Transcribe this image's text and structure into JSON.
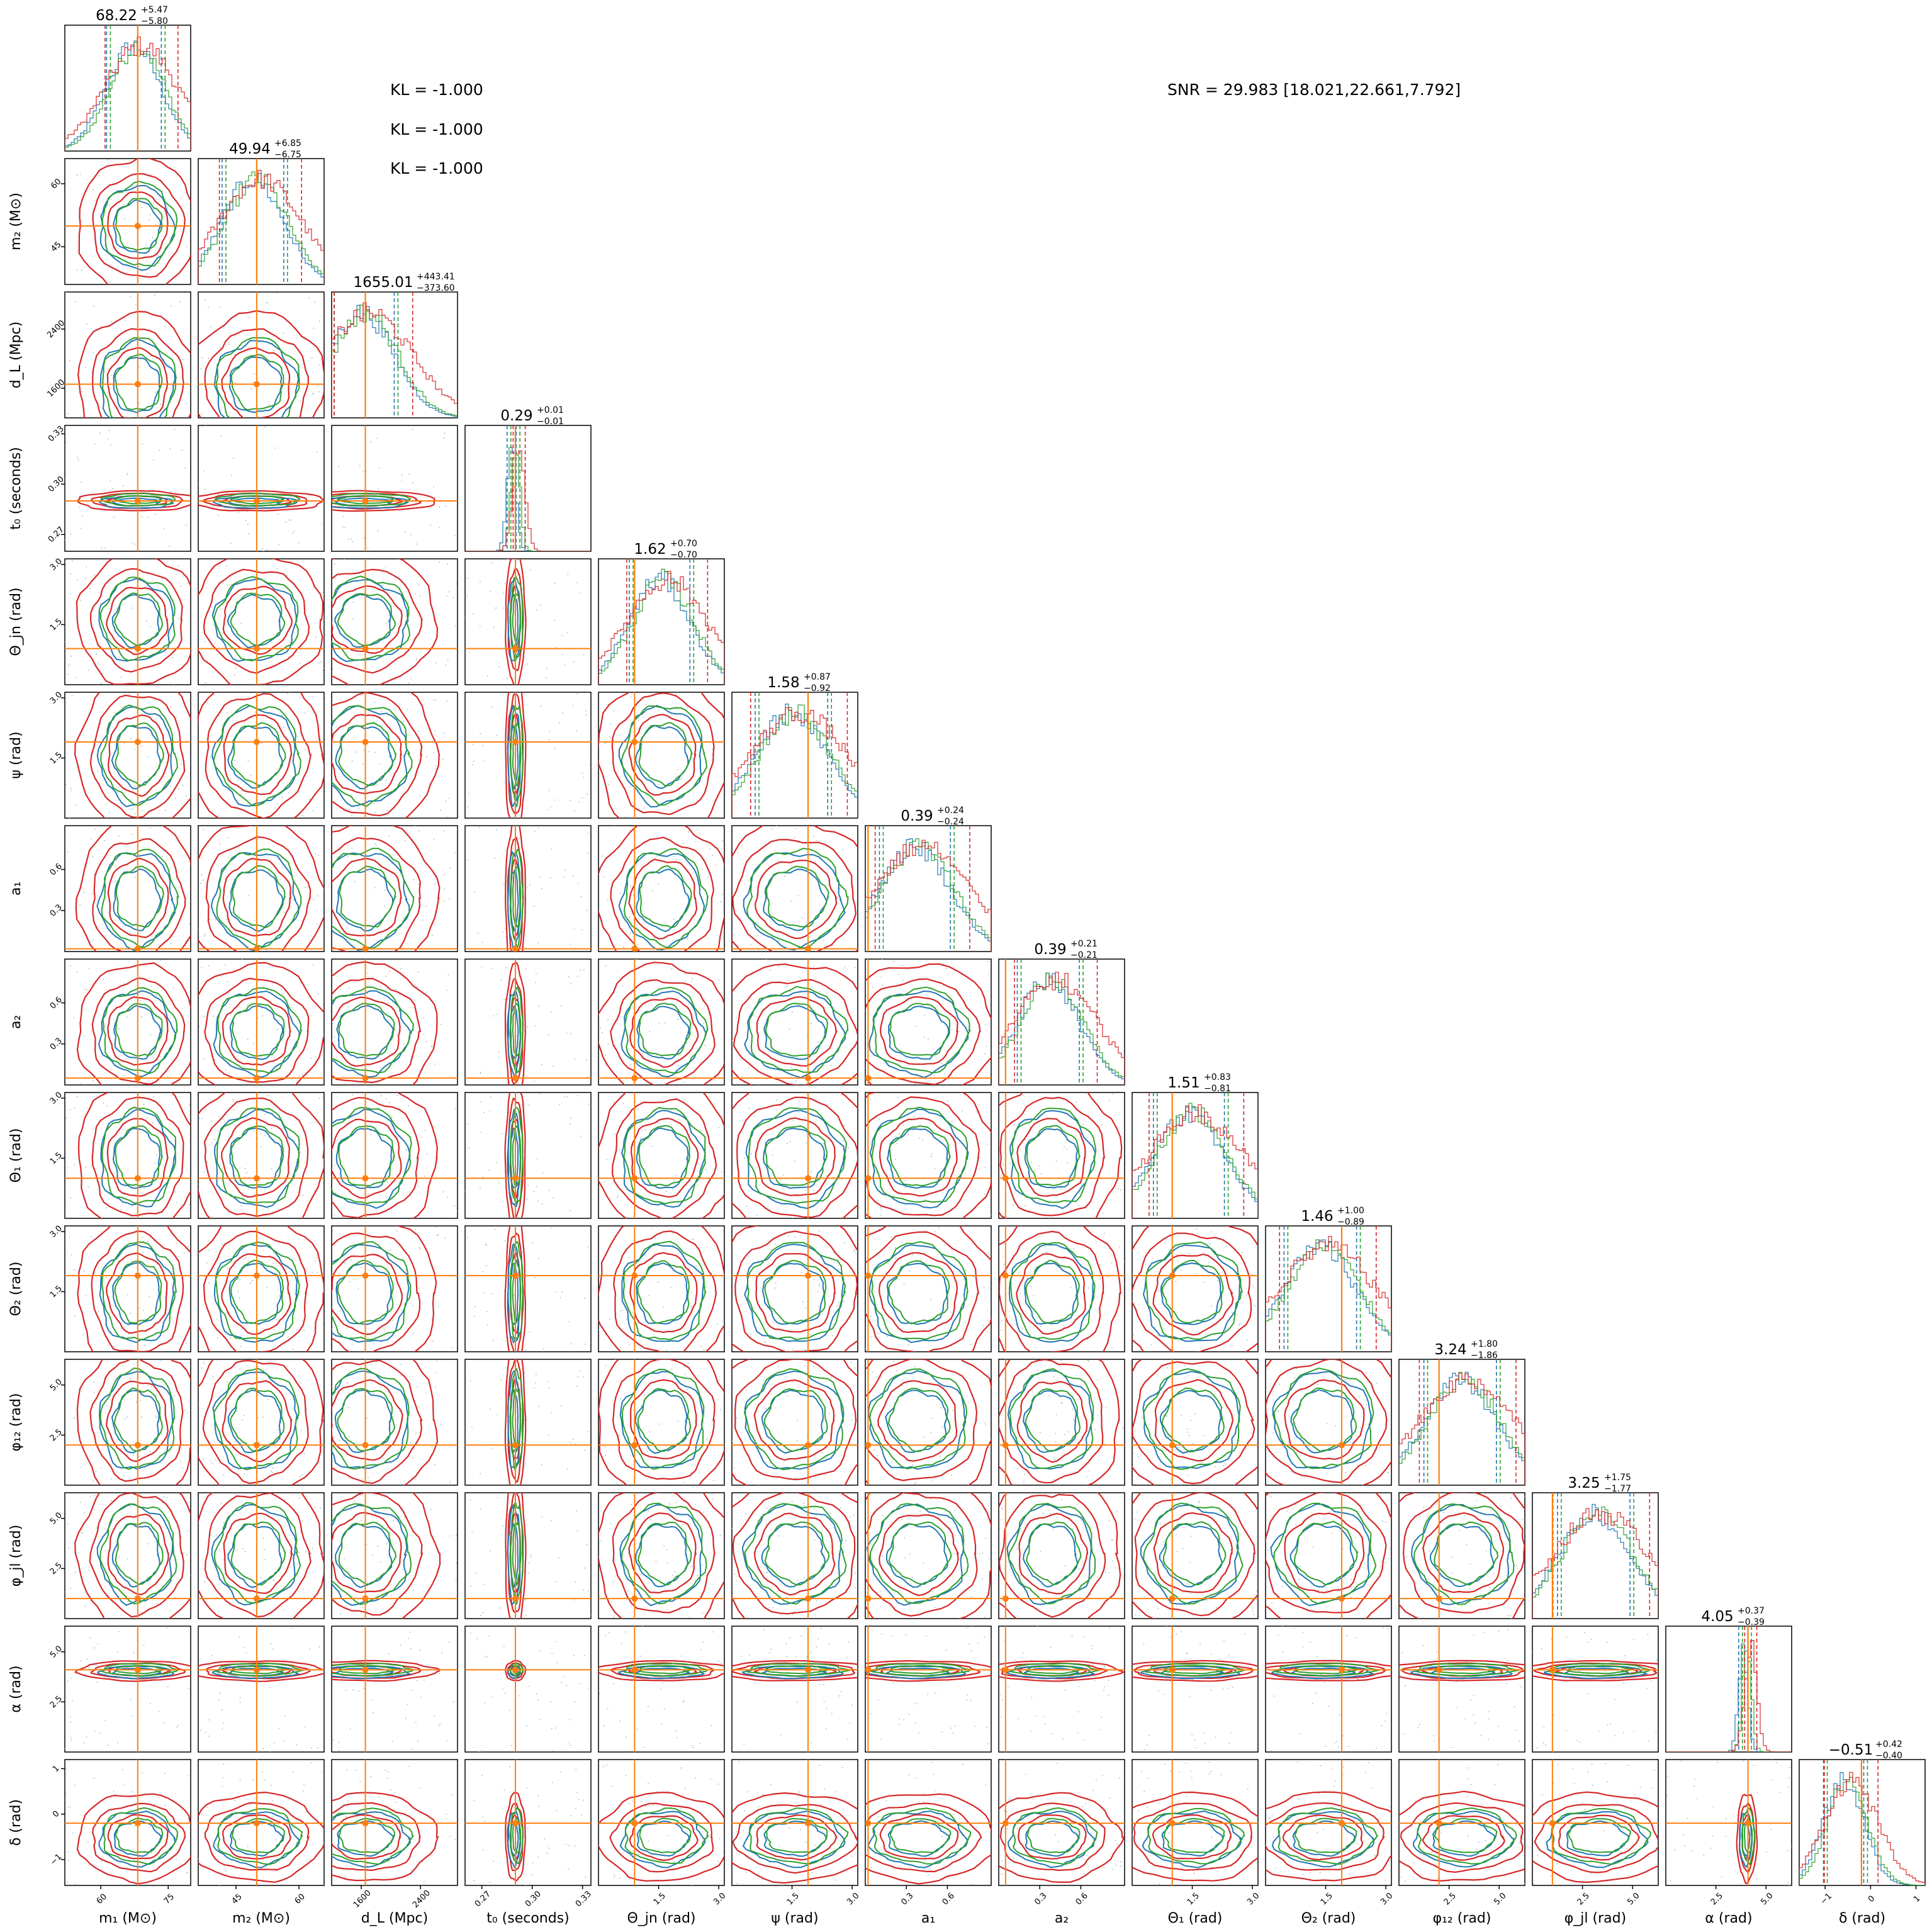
{
  "figure": {
    "kl_lines": [
      "KL = -1.000",
      "KL = -1.000",
      "KL = -1.000"
    ],
    "snr_text": "SNR = 29.983 [18.021,22.661,7.792]"
  },
  "colors": {
    "truth": "#ff7f0e",
    "series": [
      "#1f77b4",
      "#2ca02c",
      "#d62728"
    ]
  },
  "chart_data": {
    "type": "corner",
    "grid": false,
    "parameters": [
      {
        "label": "m₁ (M⊙)",
        "title": "68.22",
        "plus": "+5.47",
        "minus": "−5.80",
        "truth": 68.22,
        "range": [
          52,
          80
        ],
        "ticks": [
          60,
          75
        ],
        "tick_labels": [
          "60",
          "75"
        ]
      },
      {
        "label": "m₂ (M⊙)",
        "title": "49.94",
        "plus": "+6.85",
        "minus": "−6.75",
        "truth": 49.94,
        "range": [
          36,
          66
        ],
        "ticks": [
          45,
          60
        ],
        "tick_labels": [
          "45",
          "60"
        ]
      },
      {
        "label": "d_L (Mpc)",
        "title": "1655.01",
        "plus": "+443.41",
        "minus": "−373.60",
        "truth": 1655.01,
        "range": [
          1200,
          2900
        ],
        "ticks": [
          1600,
          2400
        ],
        "tick_labels": [
          "1600",
          "2400"
        ]
      },
      {
        "label": "t₀ (seconds)",
        "title": "0.29",
        "plus": "+0.01",
        "minus": "−0.01",
        "truth": 0.29,
        "range": [
          0.26,
          0.335
        ],
        "ticks": [
          0.27,
          0.3,
          0.33
        ],
        "tick_labels": [
          "0.27",
          "0.30",
          "0.33"
        ]
      },
      {
        "label": "Θ_jn (rad)",
        "title": "1.62",
        "plus": "+0.70",
        "minus": "−0.70",
        "truth": 0.9,
        "range": [
          0,
          3.14
        ],
        "ticks": [
          1.5,
          3.0
        ],
        "tick_labels": [
          "1.5",
          "3.0"
        ]
      },
      {
        "label": "ψ (rad)",
        "title": "1.58",
        "plus": "+0.87",
        "minus": "−0.92",
        "truth": 1.9,
        "range": [
          0,
          3.14
        ],
        "ticks": [
          1.5,
          3.0
        ],
        "tick_labels": [
          "1.5",
          "3.0"
        ]
      },
      {
        "label": "a₁",
        "title": "0.39",
        "plus": "+0.24",
        "minus": "−0.24",
        "truth": 0.02,
        "range": [
          0,
          0.92
        ],
        "ticks": [
          0.3,
          0.6
        ],
        "tick_labels": [
          "0.3",
          "0.6"
        ]
      },
      {
        "label": "a₂",
        "title": "0.39",
        "plus": "+0.21",
        "minus": "−0.21",
        "truth": 0.05,
        "range": [
          0,
          0.92
        ],
        "ticks": [
          0.3,
          0.6
        ],
        "tick_labels": [
          "0.3",
          "0.6"
        ]
      },
      {
        "label": "Θ₁ (rad)",
        "title": "1.51",
        "plus": "+0.83",
        "minus": "−0.81",
        "truth": 1.0,
        "range": [
          0,
          3.14
        ],
        "ticks": [
          1.5,
          3.0
        ],
        "tick_labels": [
          "1.5",
          "3.0"
        ]
      },
      {
        "label": "Θ₂ (rad)",
        "title": "1.46",
        "plus": "+1.00",
        "minus": "−0.89",
        "truth": 1.9,
        "range": [
          0,
          3.14
        ],
        "ticks": [
          1.5,
          3.0
        ],
        "tick_labels": [
          "1.5",
          "3.0"
        ]
      },
      {
        "label": "φ₁₂ (rad)",
        "title": "3.24",
        "plus": "+1.80",
        "minus": "−1.86",
        "truth": 2.0,
        "range": [
          0,
          6.28
        ],
        "ticks": [
          2.5,
          5.0
        ],
        "tick_labels": [
          "2.5",
          "5.0"
        ]
      },
      {
        "label": "φ_jl (rad)",
        "title": "3.25",
        "plus": "+1.75",
        "minus": "−1.77",
        "truth": 1.0,
        "range": [
          0,
          6.28
        ],
        "ticks": [
          2.5,
          5.0
        ],
        "tick_labels": [
          "2.5",
          "5.0"
        ]
      },
      {
        "label": "α (rad)",
        "title": "4.05",
        "plus": "+0.37",
        "minus": "−0.39",
        "truth": 4.1,
        "range": [
          0,
          6.28
        ],
        "ticks": [
          2.5,
          5.0
        ],
        "tick_labels": [
          "2.5",
          "5.0"
        ]
      },
      {
        "label": "δ (rad)",
        "title": "−0.51",
        "plus": "+0.42",
        "minus": "−0.40",
        "truth": -0.2,
        "range": [
          -1.57,
          1.2
        ],
        "ticks": [
          -1,
          0,
          1
        ],
        "tick_labels": [
          "−1",
          "0",
          "1"
        ]
      }
    ]
  }
}
